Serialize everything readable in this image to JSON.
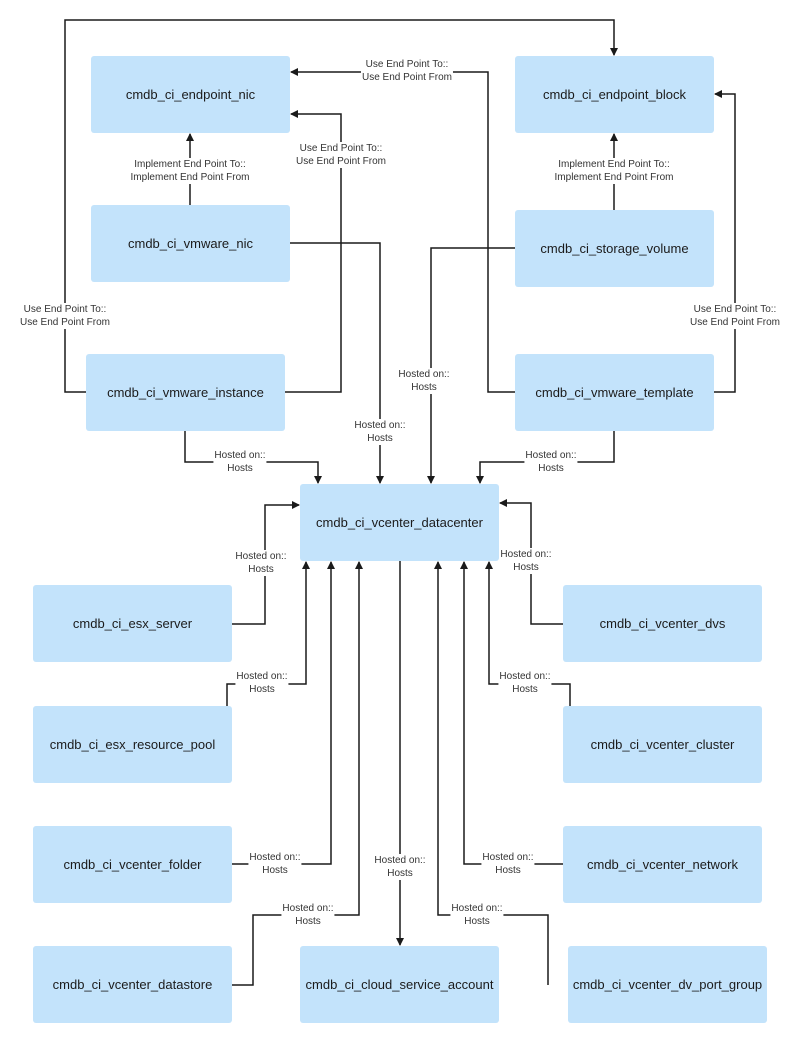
{
  "nodes": [
    {
      "id": "endpoint_nic",
      "label": "cmdb_ci_endpoint_nic"
    },
    {
      "id": "endpoint_block",
      "label": "cmdb_ci_endpoint_block"
    },
    {
      "id": "vmware_nic",
      "label": "cmdb_ci_vmware_nic"
    },
    {
      "id": "storage_volume",
      "label": "cmdb_ci_storage_volume"
    },
    {
      "id": "vmware_instance",
      "label": "cmdb_ci_vmware_instance"
    },
    {
      "id": "vmware_template",
      "label": "cmdb_ci_vmware_template"
    },
    {
      "id": "vcenter_datacenter",
      "label": "cmdb_ci_vcenter_datacenter"
    },
    {
      "id": "esx_server",
      "label": "cmdb_ci_esx_server"
    },
    {
      "id": "vcenter_dvs",
      "label": "cmdb_ci_vcenter_dvs"
    },
    {
      "id": "esx_resource_pool",
      "label": "cmdb_ci_esx_resource_pool"
    },
    {
      "id": "vcenter_cluster",
      "label": "cmdb_ci_vcenter_cluster"
    },
    {
      "id": "vcenter_folder",
      "label": "cmdb_ci_vcenter_folder"
    },
    {
      "id": "vcenter_network",
      "label": "cmdb_ci_vcenter_network"
    },
    {
      "id": "vcenter_datastore",
      "label": "cmdb_ci_vcenter_datastore"
    },
    {
      "id": "cloud_service_account",
      "label": "cmdb_ci_cloud_service_account"
    },
    {
      "id": "vcenter_dv_port_group",
      "label": "cmdb_ci_vcenter_dv_port_group"
    }
  ],
  "edges": [
    {
      "from": "vmware_nic",
      "to": "endpoint_nic",
      "lines": [
        "Implement End Point To::",
        "Implement End Point From"
      ]
    },
    {
      "from": "vmware_instance",
      "to": "endpoint_nic",
      "lines": [
        "Use End Point To::",
        "Use End Point From"
      ]
    },
    {
      "from": "vmware_template",
      "to": "endpoint_nic",
      "lines": [
        "Use End Point To::",
        "Use End Point From"
      ]
    },
    {
      "from": "vmware_instance",
      "to": "endpoint_block",
      "lines": [
        "Use End Point To::",
        "Use End Point From"
      ]
    },
    {
      "from": "storage_volume",
      "to": "endpoint_block",
      "lines": [
        "Implement End Point To::",
        "Implement End Point From"
      ]
    },
    {
      "from": "vmware_template",
      "to": "endpoint_block",
      "lines": [
        "Use End Point To::",
        "Use End Point From"
      ]
    },
    {
      "from": "vmware_nic",
      "to": "vcenter_datacenter",
      "lines": [
        "Hosted on::",
        "Hosts"
      ]
    },
    {
      "from": "storage_volume",
      "to": "vcenter_datacenter",
      "lines": [
        "Hosted on::",
        "Hosts"
      ]
    },
    {
      "from": "vmware_instance",
      "to": "vcenter_datacenter",
      "lines": [
        "Hosted on::",
        "Hosts"
      ]
    },
    {
      "from": "vmware_template",
      "to": "vcenter_datacenter",
      "lines": [
        "Hosted on::",
        "Hosts"
      ]
    },
    {
      "from": "esx_server",
      "to": "vcenter_datacenter",
      "lines": [
        "Hosted on::",
        "Hosts"
      ]
    },
    {
      "from": "vcenter_dvs",
      "to": "vcenter_datacenter",
      "lines": [
        "Hosted on::",
        "Hosts"
      ]
    },
    {
      "from": "esx_resource_pool",
      "to": "vcenter_datacenter",
      "lines": [
        "Hosted on::",
        "Hosts"
      ]
    },
    {
      "from": "vcenter_cluster",
      "to": "vcenter_datacenter",
      "lines": [
        "Hosted on::",
        "Hosts"
      ]
    },
    {
      "from": "vcenter_folder",
      "to": "vcenter_datacenter",
      "lines": [
        "Hosted on::",
        "Hosts"
      ]
    },
    {
      "from": "vcenter_network",
      "to": "vcenter_datacenter",
      "lines": [
        "Hosted on::",
        "Hosts"
      ]
    },
    {
      "from": "vcenter_datastore",
      "to": "vcenter_datacenter",
      "lines": [
        "Hosted on::",
        "Hosts"
      ]
    },
    {
      "from": "vcenter_datacenter",
      "to": "cloud_service_account",
      "lines": [
        "Hosted on::",
        "Hosts"
      ]
    },
    {
      "from": "vcenter_dv_port_group",
      "to": "vcenter_datacenter",
      "lines": [
        "Hosted on::",
        "Hosts"
      ]
    }
  ],
  "colors": {
    "node_fill": "#c3e3fb",
    "edge": "#1a1a1a"
  }
}
